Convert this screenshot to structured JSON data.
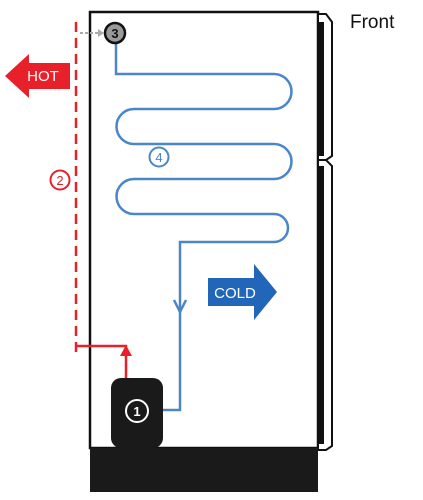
{
  "labels": {
    "front": "Front",
    "hot": "HOT",
    "cold": "COLD"
  },
  "markers": {
    "compressor": "1",
    "condenser": "2",
    "expansion": "3",
    "evaporator": "4"
  },
  "colors": {
    "hot": "#e8202a",
    "cold": "#2166b8",
    "coil": "#4a86c8",
    "outline": "#111111",
    "base": "#1a1a1a",
    "marker_gray": "#9a9a9a"
  }
}
